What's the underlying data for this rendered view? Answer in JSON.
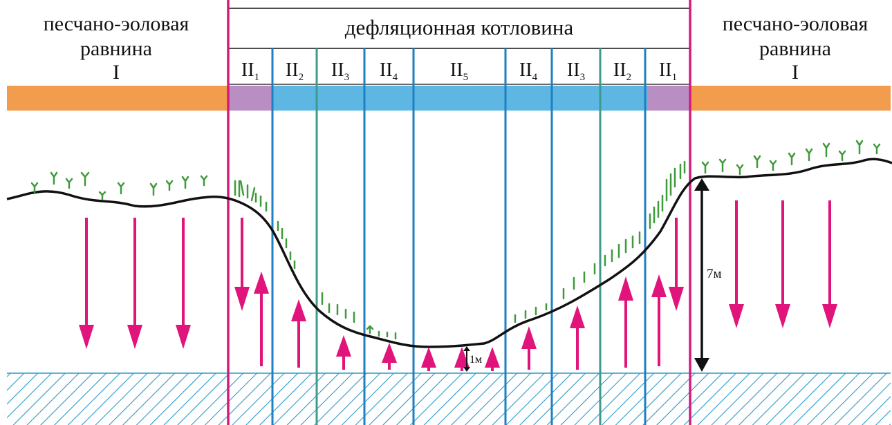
{
  "header": {
    "left_title_line1": "песчано-эоловая",
    "left_title_line2": "равнина",
    "left_roman": "I",
    "right_title_line1": "песчано-эоловая",
    "right_title_line2": "равнина",
    "right_roman": "I",
    "center_title": "дефляционная котловина"
  },
  "zones": [
    {
      "base": "II",
      "sub": "1"
    },
    {
      "base": "II",
      "sub": "2"
    },
    {
      "base": "II",
      "sub": "3"
    },
    {
      "base": "II",
      "sub": "4"
    },
    {
      "base": "II",
      "sub": "5"
    },
    {
      "base": "II",
      "sub": "4"
    },
    {
      "base": "II",
      "sub": "3"
    },
    {
      "base": "II",
      "sub": "2"
    },
    {
      "base": "II",
      "sub": "1"
    }
  ],
  "measurements": {
    "depth_label": "7м",
    "small_label": "1м"
  },
  "colors": {
    "plain_band": "#F29C4E",
    "zone1_band": "#B98FC3",
    "basin_band": "#5DB7E2",
    "boundary_line": "#D51A7E",
    "blue_line": "#1E7FC1",
    "teal_line": "#3E9A8E",
    "arrow": "#E0147A",
    "vegetation": "#3E9A3A",
    "hatch": "#2A9AC8",
    "terrain": "#111111"
  }
}
